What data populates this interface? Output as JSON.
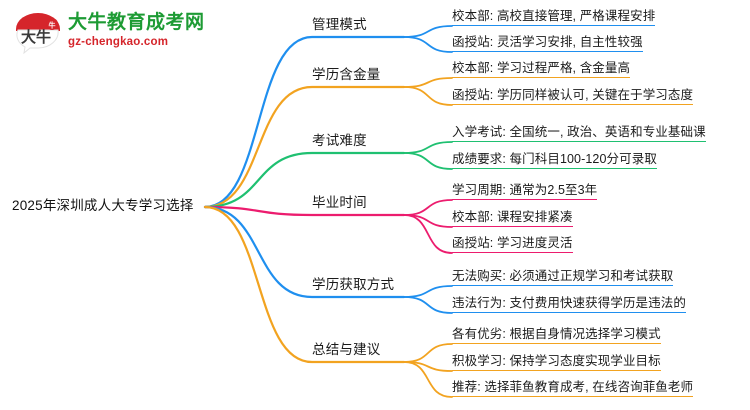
{
  "logo": {
    "mark_text": "大牛",
    "title": "大牛教育成考网",
    "subtitle": "gz-chengkao.com",
    "title_color": "#1d9b34",
    "subtitle_color": "#d5252b",
    "mark_color": "#d5252b"
  },
  "mindmap": {
    "root": {
      "label": "2025年深圳成人大专学习选择"
    },
    "colors": {
      "blue": "#1f8fef",
      "orange": "#f2a320",
      "green": "#1fc071",
      "pink": "#ec1c6e"
    },
    "branches": [
      {
        "label": "管理模式",
        "color": "#1f8fef",
        "children": [
          {
            "label": "校本部: 高校直接管理, 严格课程安排"
          },
          {
            "label": "函授站: 灵活学习安排, 自主性较强"
          }
        ]
      },
      {
        "label": "学历含金量",
        "color": "#f2a320",
        "children": [
          {
            "label": "校本部: 学习过程严格, 含金量高"
          },
          {
            "label": "函授站: 学历同样被认可, 关键在于学习态度"
          }
        ]
      },
      {
        "label": "考试难度",
        "color": "#1fc071",
        "children": [
          {
            "label": "入学考试: 全国统一, 政治、英语和专业基础课"
          },
          {
            "label": "成绩要求: 每门科目100-120分可录取"
          }
        ]
      },
      {
        "label": "毕业时间",
        "color": "#ec1c6e",
        "children": [
          {
            "label": "学习周期: 通常为2.5至3年"
          },
          {
            "label": "校本部: 课程安排紧凑"
          },
          {
            "label": "函授站: 学习进度灵活"
          }
        ]
      },
      {
        "label": "学历获取方式",
        "color": "#1f8fef",
        "children": [
          {
            "label": "无法购买: 必须通过正规学习和考试获取"
          },
          {
            "label": "违法行为: 支付费用快速获得学历是违法的"
          }
        ]
      },
      {
        "label": "总结与建议",
        "color": "#f2a320",
        "children": [
          {
            "label": "各有优劣: 根据自身情况选择学习模式"
          },
          {
            "label": "积极学习: 保持学习态度实现学业目标"
          },
          {
            "label": "推荐: 选择菲鱼教育成考, 在线咨询菲鱼老师"
          }
        ]
      }
    ]
  }
}
